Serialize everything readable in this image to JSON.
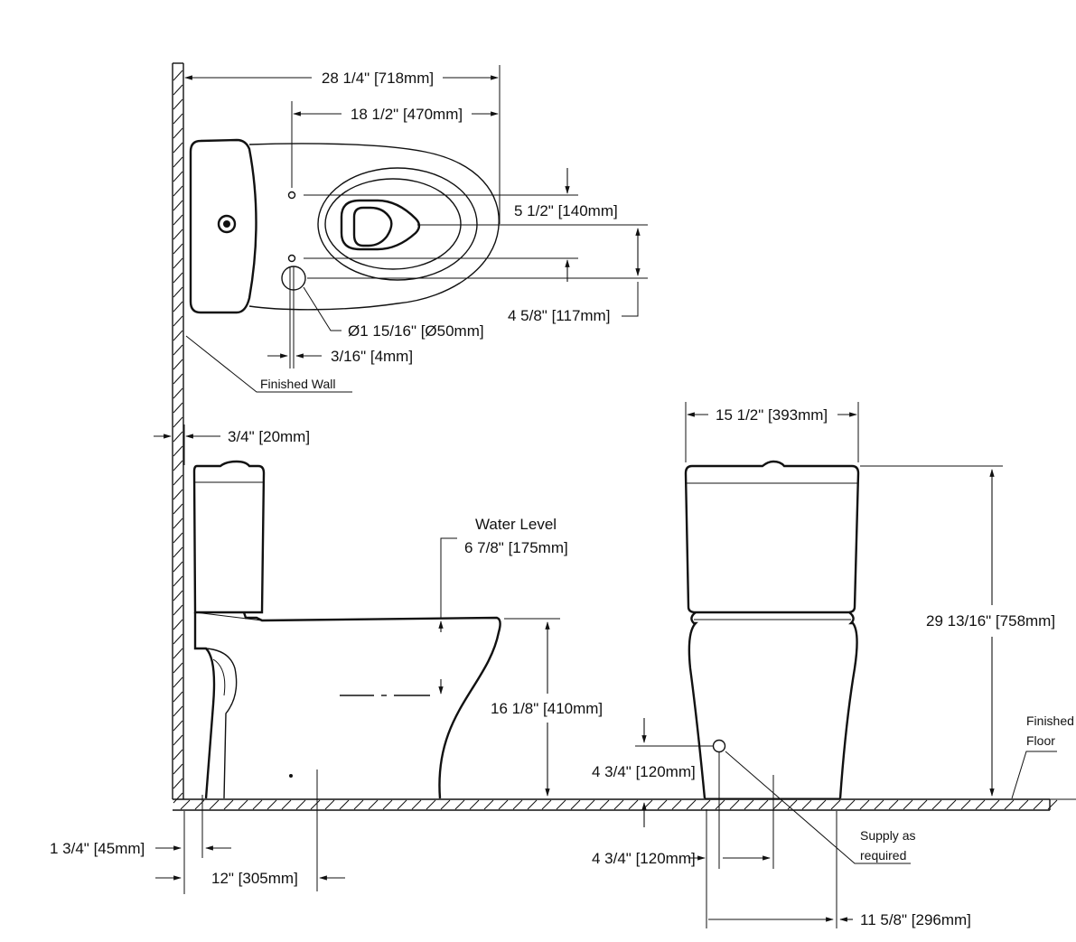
{
  "dimensions": {
    "overall_length": "28 1/4\" [718mm]",
    "bolt_to_bowl_front": "18 1/2\" [470mm]",
    "bolt_upper_offset": "5 1/2\" [140mm]",
    "bolt_lower_offset": "4 5/8\" [117mm]",
    "outlet_diameter": "Ø1 15/16\" [Ø50mm]",
    "outlet_offset": "3/16\" [4mm]",
    "wall_gap": "3/4\" [20mm]",
    "width": "15 1/2\" [393mm]",
    "height": "29 13/16\" [758mm]",
    "water_level_value": "6 7/8\" [175mm]",
    "rim_height": "16 1/8\" [410mm]",
    "supply_height": "4 3/4\" [120mm]",
    "supply_offset": "4 3/4\" [120mm]",
    "base_from_wall": "1 3/4\" [45mm]",
    "rough_in": "12\" [305mm]",
    "supply_from_center": "11 5/8\" [296mm]"
  },
  "labels": {
    "finished_wall": "Finished Wall",
    "water_level": "Water Level",
    "finished_floor_line1": "Finished",
    "finished_floor_line2": "Floor",
    "supply_line1": "Supply as",
    "supply_line2": "required"
  }
}
